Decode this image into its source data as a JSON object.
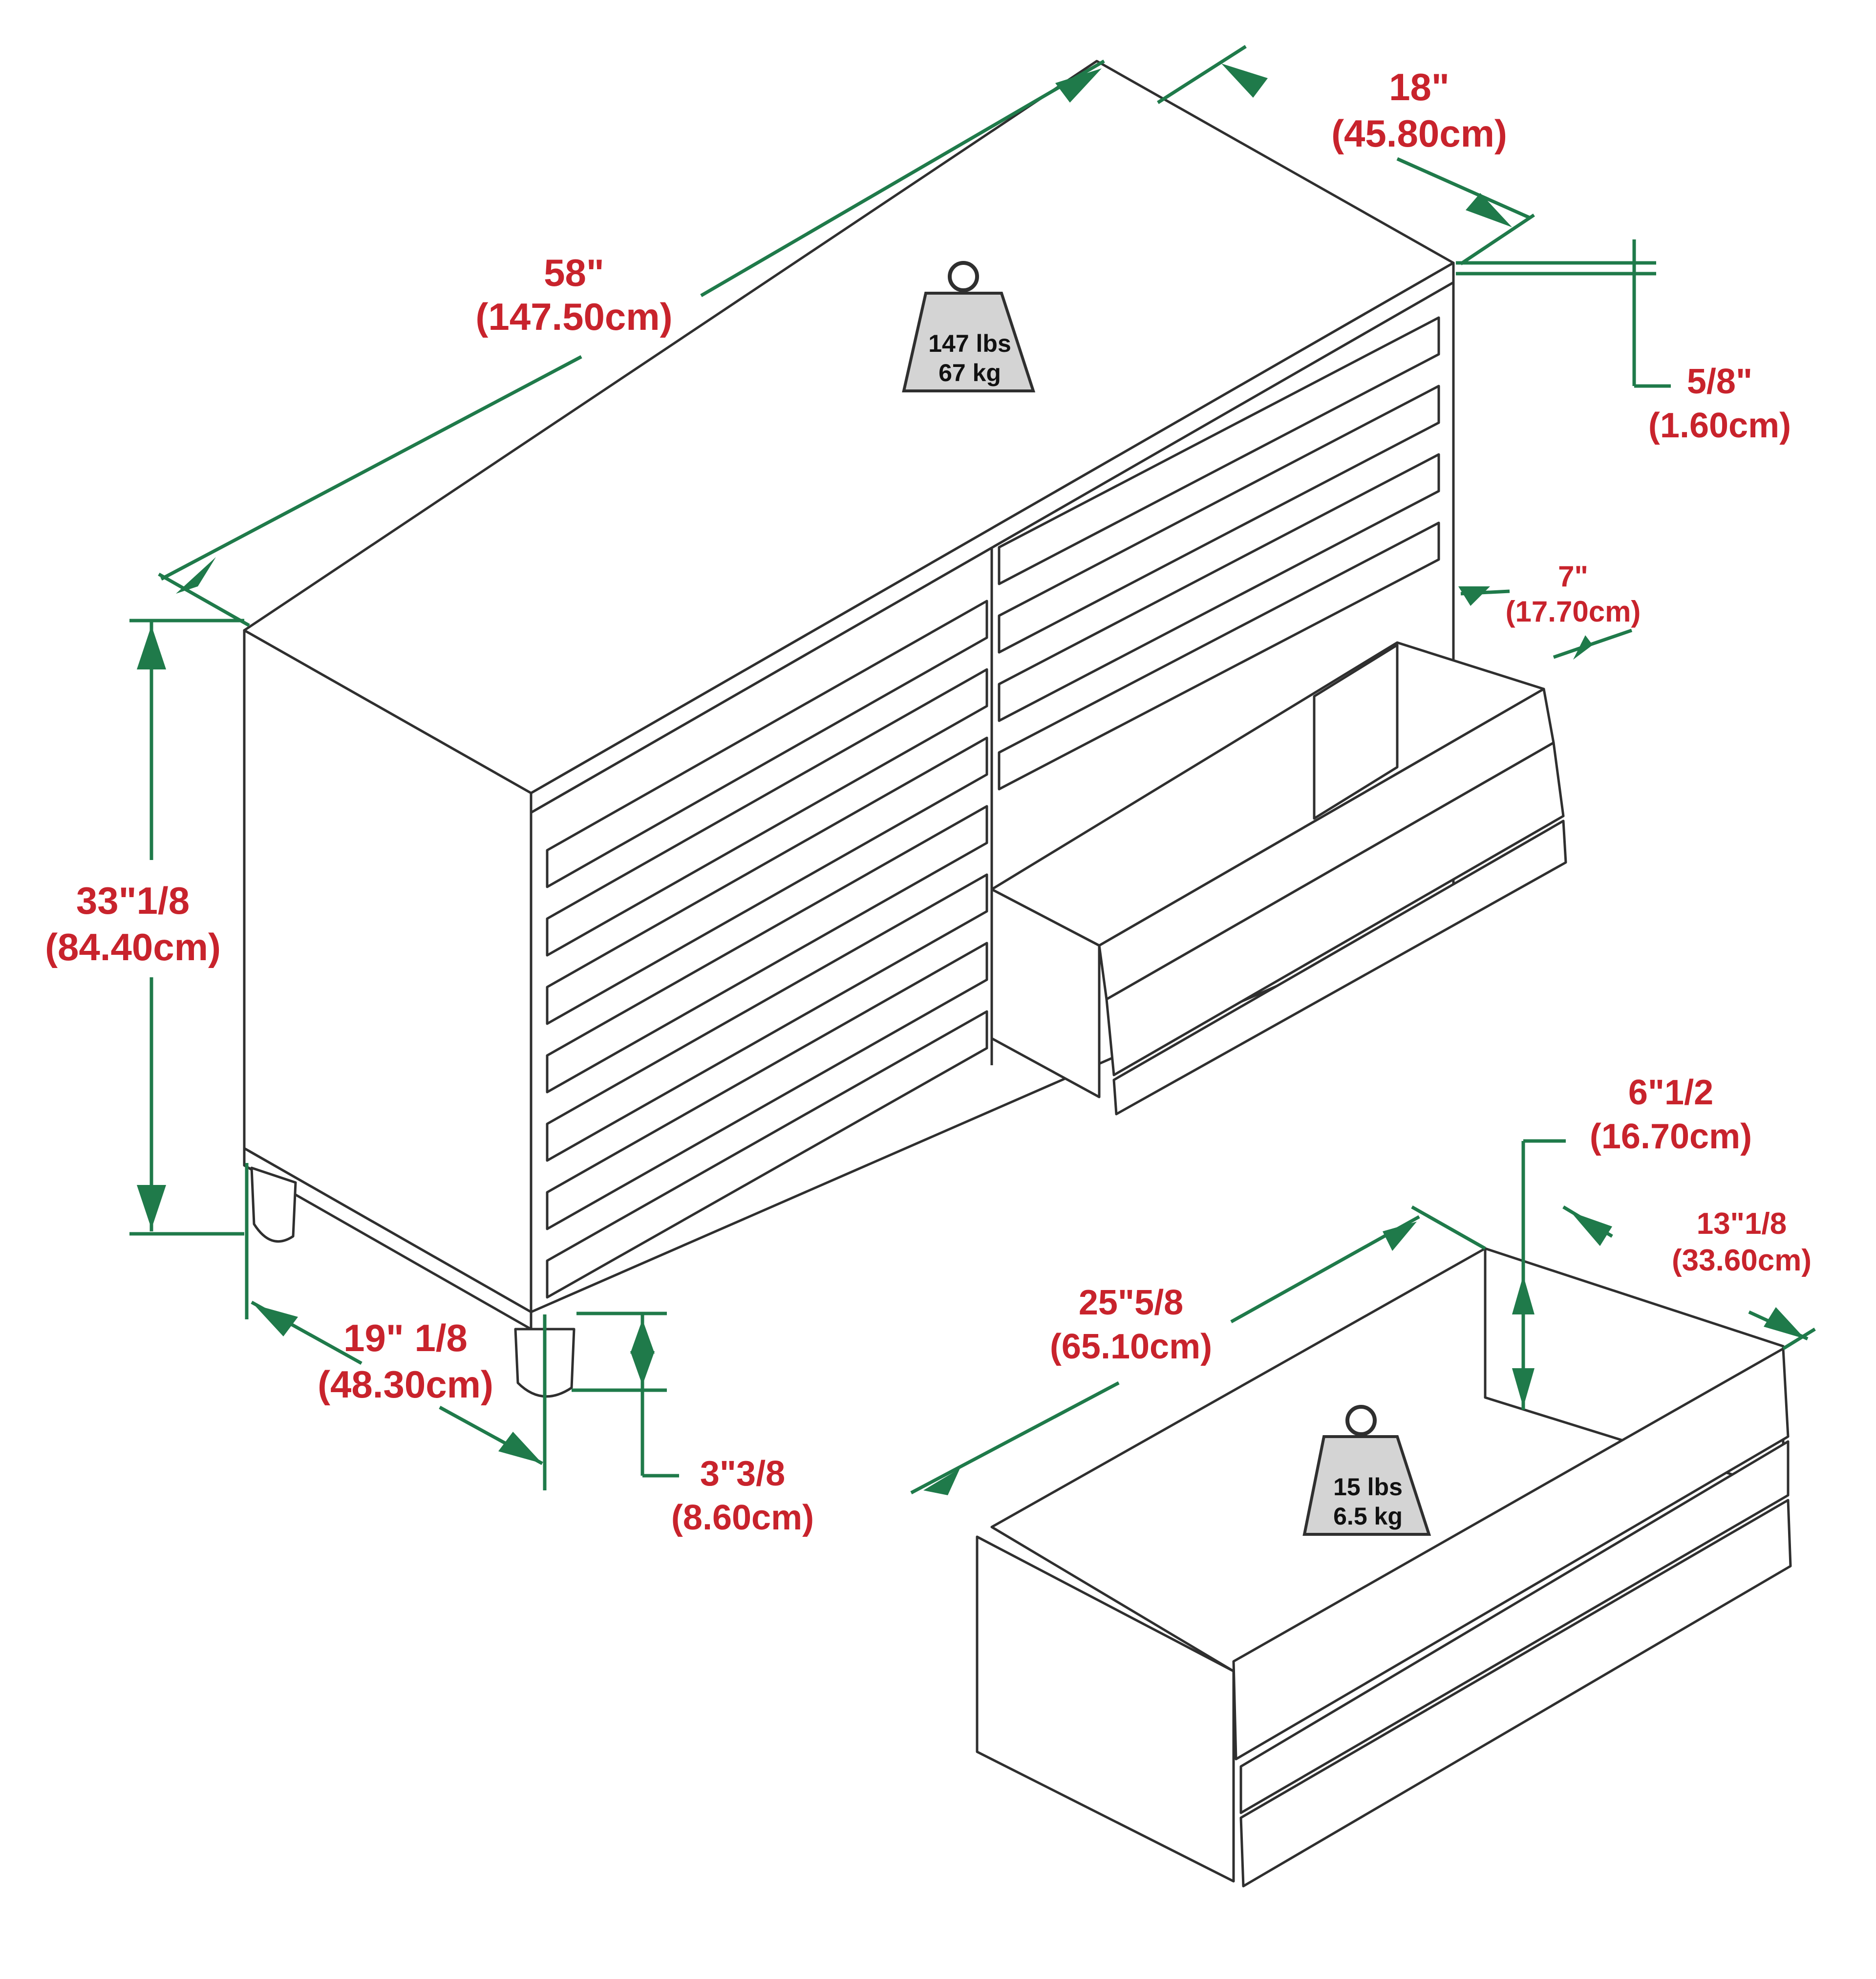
{
  "dimensions": {
    "width": {
      "inch": "58\"",
      "cm": "(147.50cm)"
    },
    "depth": {
      "inch": "18\"",
      "cm": "(45.80cm)"
    },
    "top_thickness": {
      "inch": "5/8\"",
      "cm": "(1.60cm)"
    },
    "height": {
      "inch": "33\"1/8",
      "cm": "(84.40cm)"
    },
    "drawer_front_height": {
      "inch": "7\"",
      "cm": "(17.70cm)"
    },
    "base_depth": {
      "inch": "19\" 1/8",
      "cm": "(48.30cm)"
    },
    "leg_height": {
      "inch": "3\"3/8",
      "cm": "(8.60cm)"
    },
    "drawer_inner_height": {
      "inch": "6\"1/2",
      "cm": "(16.70cm)"
    },
    "drawer_width": {
      "inch": "25\"5/8",
      "cm": "(65.10cm)"
    },
    "drawer_depth": {
      "inch": "13\"1/8",
      "cm": "(33.60cm)"
    }
  },
  "weights": {
    "dresser": {
      "lbs": "147 lbs",
      "kg": "67 kg"
    },
    "drawer": {
      "lbs": "15 lbs",
      "kg": "6.5 kg"
    }
  },
  "colors": {
    "dimension_text": "#c8232c",
    "dimension_line": "#1f7a4a",
    "outline": "#2f2f2f",
    "weight_fill": "#d4d4d4"
  }
}
